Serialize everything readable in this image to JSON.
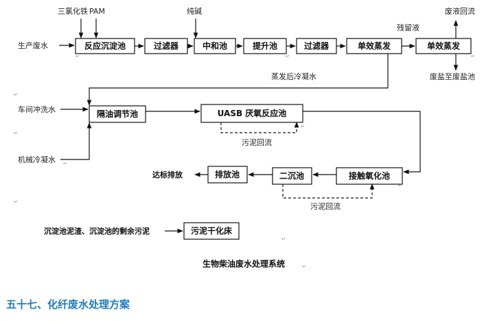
{
  "colors": {
    "heading": "#1f7cc0",
    "line": "#111111"
  },
  "boxes": {
    "reaction_tank": "反应沉淀池",
    "filter_1": "过滤器",
    "neutral_tank": "中和池",
    "lift_tank": "提升池",
    "filter_2": "过滤器",
    "evaporator_1": "单效蒸发",
    "evaporator_2": "单效蒸发",
    "oil_tank": "隔油调节池",
    "uasb": "UASB 厌氧反应池",
    "discharge_tank": "排放池",
    "secondary_tank": "二沉池",
    "contact_tank": "接触氧化池",
    "sludge_bed": "污泥干化床"
  },
  "labels": {
    "fecl3": "三氯化铁",
    "pam": "PAM",
    "soda": "纯碱",
    "raw_wastewater": "生产废水",
    "residue": "残留液",
    "liquid_return": "废液回流",
    "salt_tank": "废盐至废盐池",
    "condensate": "蒸发后冷凝水",
    "workshop_water": "车间冲洗水",
    "machine_condensate": "机械冷凝水",
    "sludge_return_1": "污泥回流",
    "discharge": "达标排放",
    "sludge_return_2": "污泥回流",
    "sludge_source": "沉淀池泥渣、沉淀池的剩余污泥"
  },
  "diagram_title": "生物柴油废水处理系统",
  "section_heading": "五十七、化纤废水处理方案"
}
